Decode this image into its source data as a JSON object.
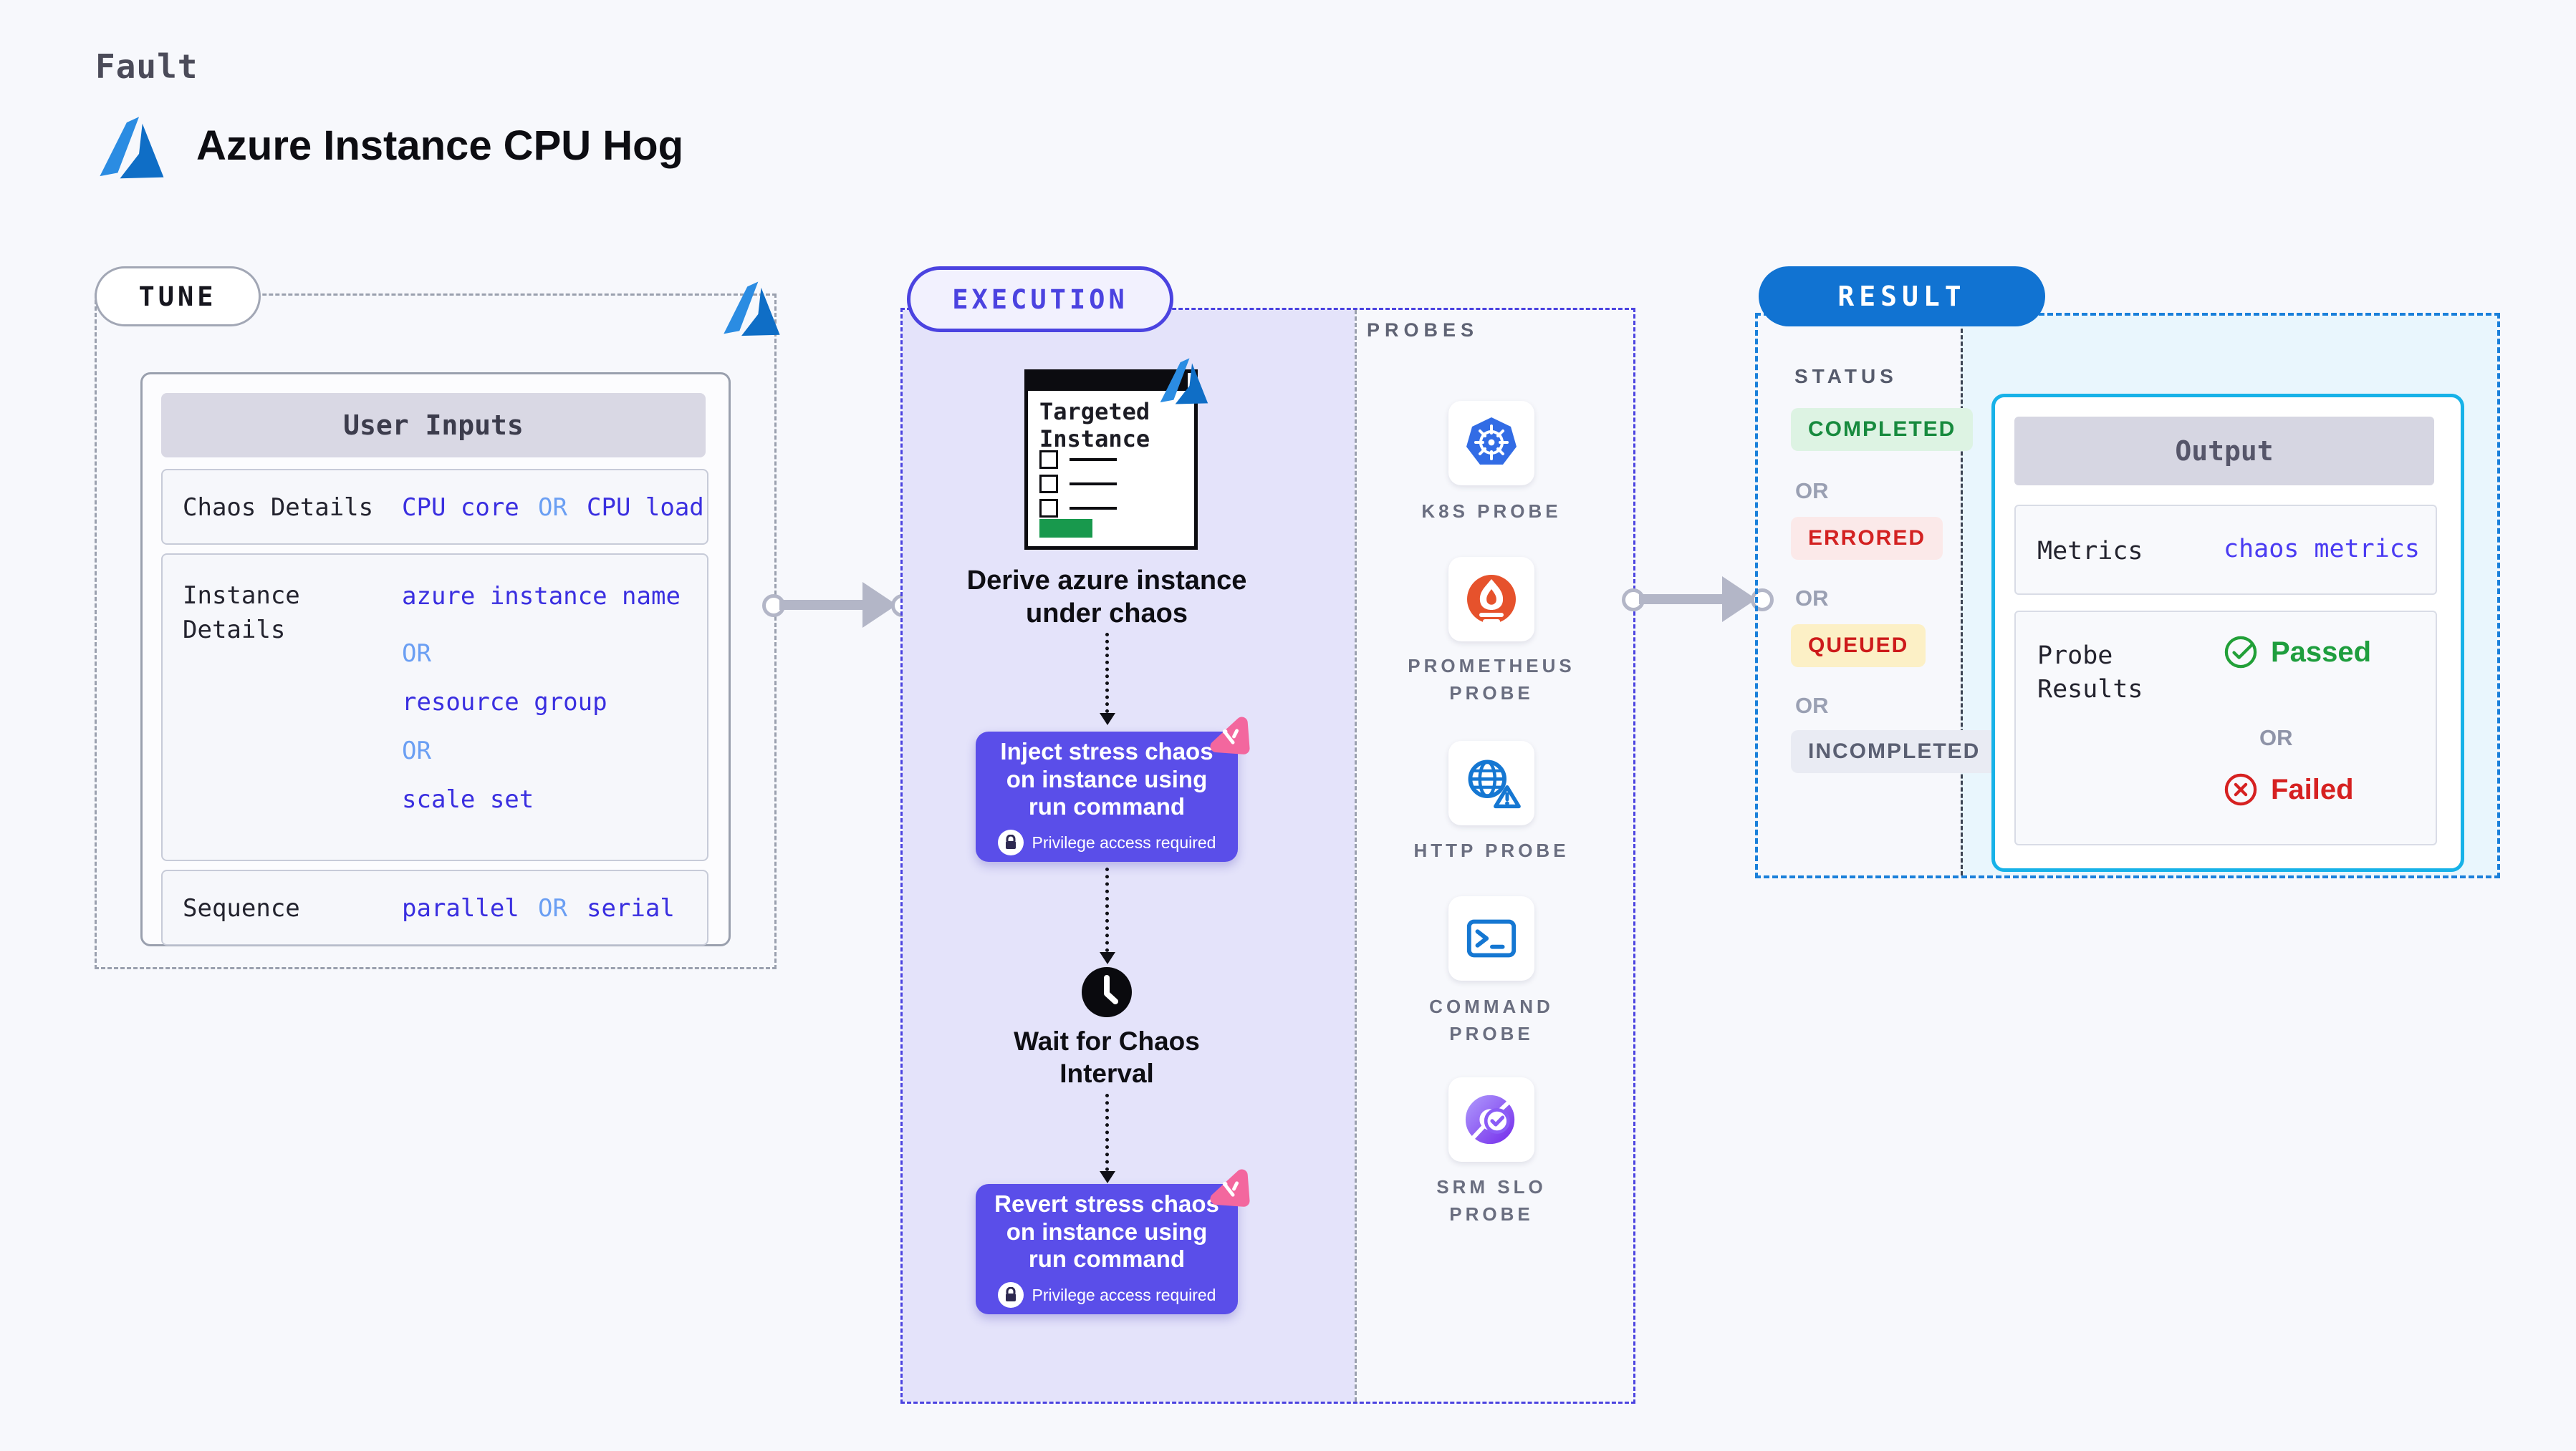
{
  "header": {
    "kicker": "Fault",
    "title": "Azure Instance CPU Hog"
  },
  "tune": {
    "label": "TUNE",
    "user_inputs_title": "User Inputs",
    "chaos": {
      "label": "Chaos Details",
      "value1": "CPU core",
      "or": "OR",
      "value2": "CPU load"
    },
    "instance": {
      "label": "Instance Details",
      "value1": "azure instance name",
      "or1": "OR",
      "value2": "resource group",
      "or2": "OR",
      "value3": "scale set"
    },
    "sequence": {
      "label": "Sequence",
      "value1": "parallel",
      "or": "OR",
      "value2": "serial"
    }
  },
  "execution": {
    "label": "EXECUTION",
    "target_card_title": "Targeted Instance",
    "step1_caption": "Derive azure instance under chaos",
    "inject": {
      "text": "Inject stress chaos on instance using run command",
      "privilege": "Privilege access required"
    },
    "wait_caption": "Wait for Chaos Interval",
    "revert": {
      "text": "Revert stress chaos on instance using run command",
      "privilege": "Privilege access required"
    }
  },
  "probes": {
    "label": "PROBES",
    "items": [
      {
        "name": "K8S PROBE",
        "icon": "kubernetes-icon"
      },
      {
        "name": "PROMETHEUS PROBE",
        "icon": "prometheus-icon"
      },
      {
        "name": "HTTP PROBE",
        "icon": "http-globe-warning-icon"
      },
      {
        "name": "COMMAND PROBE",
        "icon": "terminal-icon"
      },
      {
        "name": "SRM SLO PROBE",
        "icon": "srm-slo-donut-icon"
      }
    ]
  },
  "result": {
    "label": "RESULT",
    "status_label": "STATUS",
    "statuses": {
      "completed": "COMPLETED",
      "or1": "OR",
      "errored": "ERRORED",
      "or2": "OR",
      "queued": "QUEUED",
      "or3": "OR",
      "incompleted": "INCOMPLETED"
    },
    "output": {
      "title": "Output",
      "metrics_label": "Metrics",
      "metrics_value": "chaos metrics",
      "probe_results_label": "Probe Results",
      "passed": "Passed",
      "or": "OR",
      "failed": "Failed"
    }
  },
  "colors": {
    "page_bg": "#f7f8fc",
    "indigo_accent": "#4b43e0",
    "inject_box": "#5a4ee9",
    "lavender_fill": "#e4e3fa",
    "result_blue": "#1173d2",
    "cyan_border": "#17b2e8",
    "cyan_fill": "#e9f6fd",
    "passed_green": "#178a3e",
    "failed_red": "#d32222",
    "queued_yellow_bg": "#fcf0c6",
    "value_indigo": "#3a2fe0",
    "or_light_blue": "#6b9ff3",
    "azure_blue": "#1b80d6",
    "kubernetes_blue": "#326ce5",
    "prometheus_orange": "#e6522c",
    "srm_purple": "#8a5cf6",
    "pink_badge": "#f3679e",
    "arrow_gray": "#b3b6c7"
  }
}
